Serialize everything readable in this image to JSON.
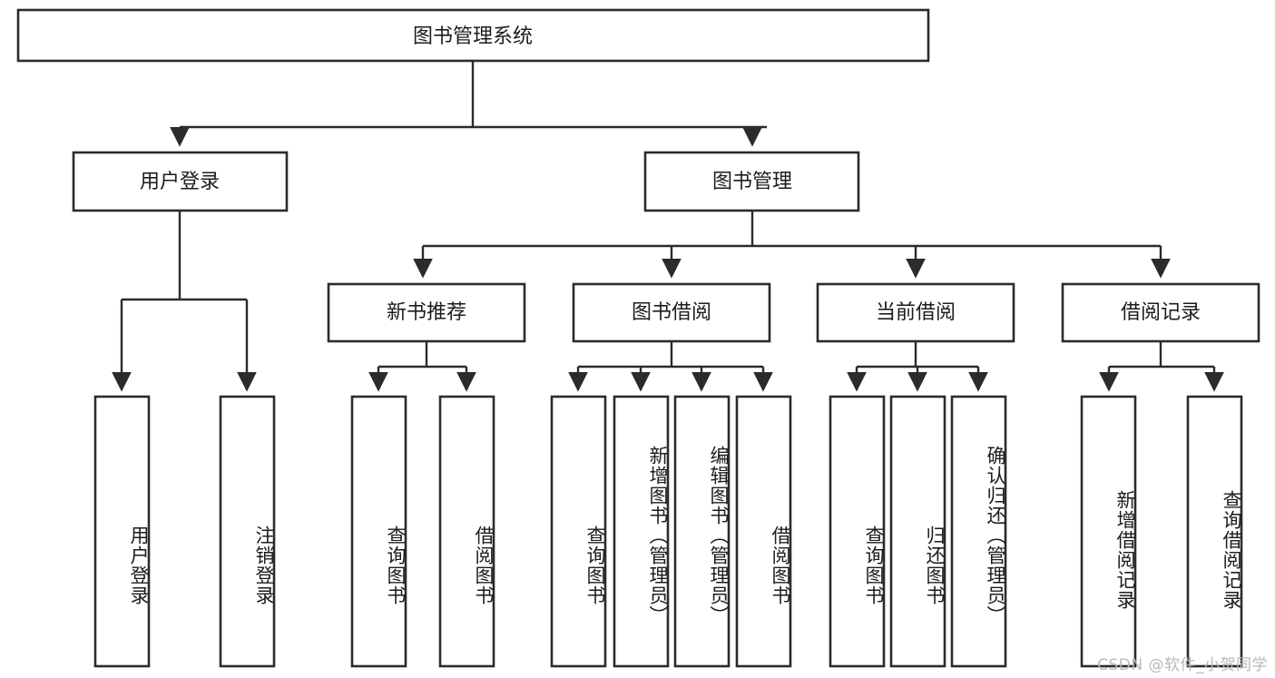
{
  "diagram": {
    "type": "hierarchy-tree",
    "title": "图书管理系统",
    "orientation": "top-down",
    "colors": {
      "box_stroke": "#2b2b2b",
      "box_fill": "#ffffff",
      "text": "#1c1c1c",
      "background": "#ffffff",
      "watermark": "#b9b9b9"
    },
    "levels": {
      "root": {
        "label": "图书管理系统"
      },
      "level2": [
        {
          "label": "用户登录"
        },
        {
          "label": "图书管理"
        }
      ],
      "level3": [
        {
          "label": "新书推荐"
        },
        {
          "label": "图书借阅"
        },
        {
          "label": "当前借阅"
        },
        {
          "label": "借阅记录"
        }
      ],
      "leaves": {
        "user_login": [
          "用户登录",
          "注销登录"
        ],
        "new_book_recommend": [
          "查询图书",
          "借阅图书"
        ],
        "book_borrow": [
          "查询图书",
          "新增图书（管理员）",
          "编辑图书（管理员）",
          "借阅图书"
        ],
        "current_borrow": [
          "查询图书",
          "归还图书",
          "确认归还（管理员）"
        ],
        "borrow_record": [
          "新增借阅记录",
          "查询借阅记录"
        ]
      }
    }
  },
  "watermark": {
    "text": "CSDN @软件_小贺同学"
  }
}
